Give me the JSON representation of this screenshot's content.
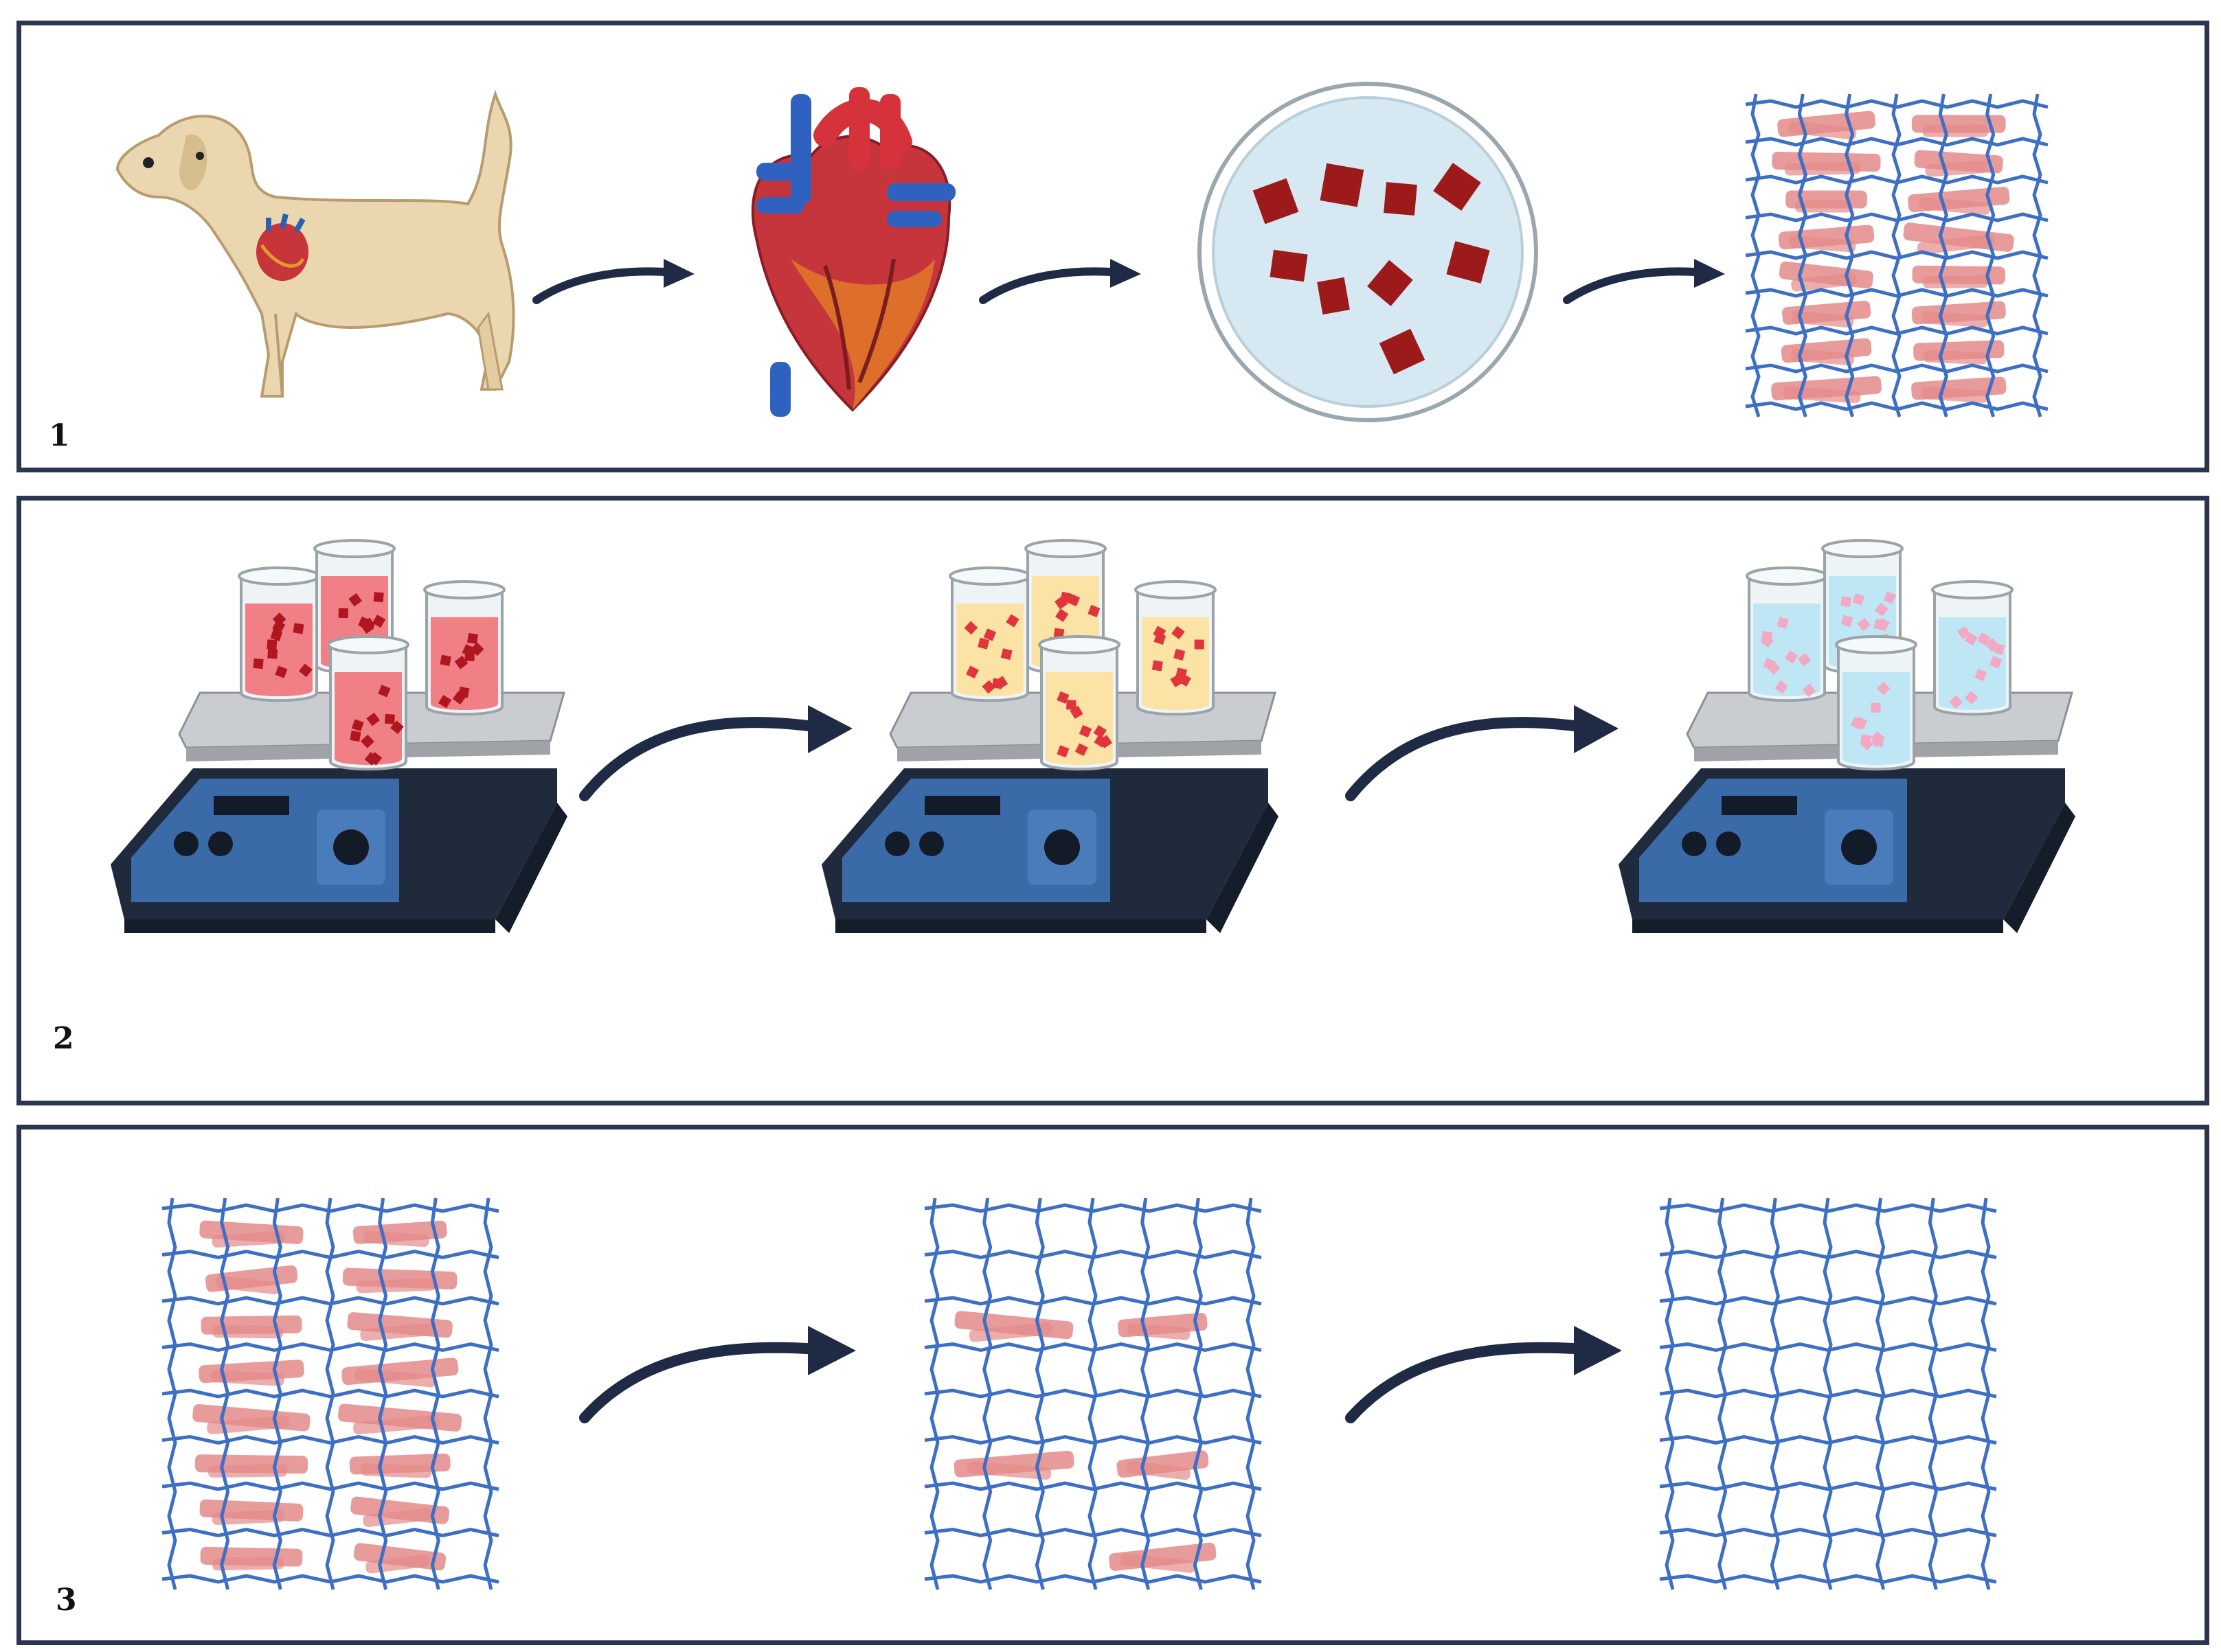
{
  "panels": [
    {
      "number": "1"
    },
    {
      "number": "2"
    },
    {
      "number": "3"
    }
  ],
  "colors": {
    "border": "#2a3550",
    "arrow": "#1f2a45",
    "mesh": "#3d6fc4",
    "cell": "#e48a8a",
    "tissue": "#9c1a1a",
    "dish": "#d6e8f2",
    "shaker_body": "#1f2a3d",
    "shaker_panel": "#3b6aa8",
    "liquid_red": "#f07f86",
    "liquid_yellow": "#fbe3a6",
    "liquid_blue": "#bfe6f4"
  },
  "icons": {
    "panel1": [
      "dog-icon",
      "heart-icon",
      "petri-dish-icon",
      "tissue-scaffold-icon"
    ],
    "panel2": [
      "orbital-shaker-red-icon",
      "orbital-shaker-yellow-icon",
      "orbital-shaker-blue-icon"
    ],
    "panel3": [
      "scaffold-full-cells-icon",
      "scaffold-partial-cells-icon",
      "scaffold-decellularized-icon"
    ]
  },
  "levels": {
    "scaffold_cell_density": [
      1.0,
      0.45,
      0.0
    ]
  }
}
